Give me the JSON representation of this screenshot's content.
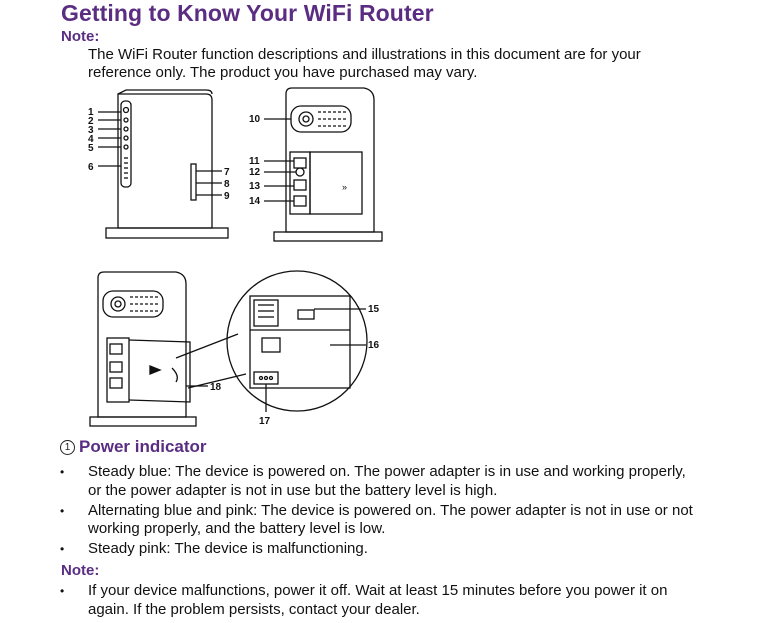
{
  "title": "Getting to Know Your WiFi Router",
  "note_label": "Note:",
  "note1_text": "The WiFi Router function descriptions and illustrations in this document are for your reference only. The product you have purchased may vary.",
  "figure_callouts": [
    "1",
    "2",
    "3",
    "4",
    "5",
    "6",
    "7",
    "8",
    "9",
    "10",
    "11",
    "12",
    "13",
    "14",
    "15",
    "16",
    "17",
    "18"
  ],
  "section": {
    "number": "1",
    "heading": "Power indicator"
  },
  "bullets": [
    "Steady blue: The device is powered on. The power adapter is in use and working properly, or the power adapter is not in use but the battery level is high.",
    "Alternating blue and pink: The device is powered on. The power adapter is not in use or not working properly, and the battery level is low.",
    "Steady pink: The device is malfunctioning."
  ],
  "note2_label": "Note:",
  "note2_bullets": [
    "If your device malfunctions, power it off. Wait at least 15 minutes before you power it on again. If the problem persists, contact your dealer."
  ],
  "bullet_symbol": "•",
  "accent_color": "#5a2d82"
}
